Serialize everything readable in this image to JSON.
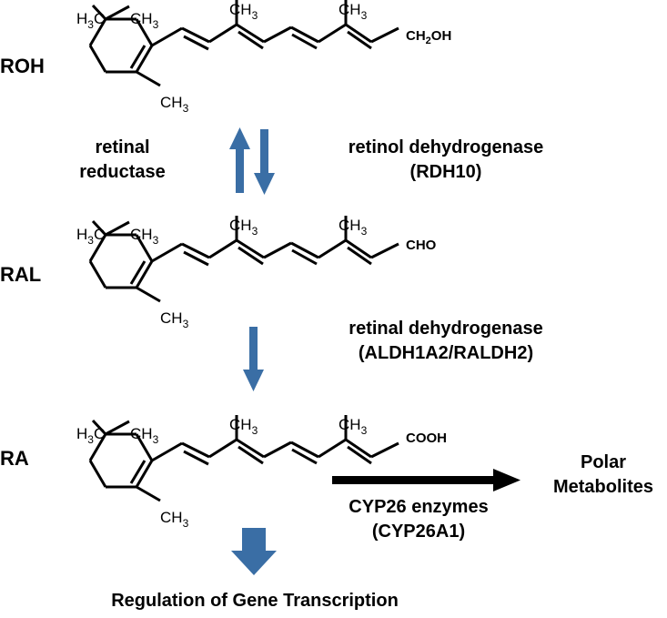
{
  "molecules": [
    {
      "abbrev": "ROH",
      "end_group": "CH2OH",
      "end_group_main": "CH",
      "end_group_sub": "2",
      "end_group_tail": "OH"
    },
    {
      "abbrev": "RAL",
      "end_group": "CHO"
    },
    {
      "abbrev": "RA",
      "end_group": "COOH"
    }
  ],
  "methyl": {
    "h3c_h": "H",
    "h3c_sub": "3",
    "h3c_c": "C",
    "ch3_ch": "CH",
    "ch3_sub": "3"
  },
  "enzymes": {
    "reductase": [
      "retinal",
      "reductase"
    ],
    "rdh": [
      "retinol dehydrogenase",
      "(RDH10)"
    ],
    "raldh": [
      "retinal dehydrogenase",
      "(ALDH1A2/RALDH2)"
    ],
    "cyp": [
      "CYP26 enzymes",
      "(CYP26A1)"
    ]
  },
  "polar": [
    "Polar",
    "Metabolites"
  ],
  "outcome": "Regulation of Gene Transcription",
  "colors": {
    "arrow_blue": "#3a6ea5",
    "ink": "#000000"
  }
}
